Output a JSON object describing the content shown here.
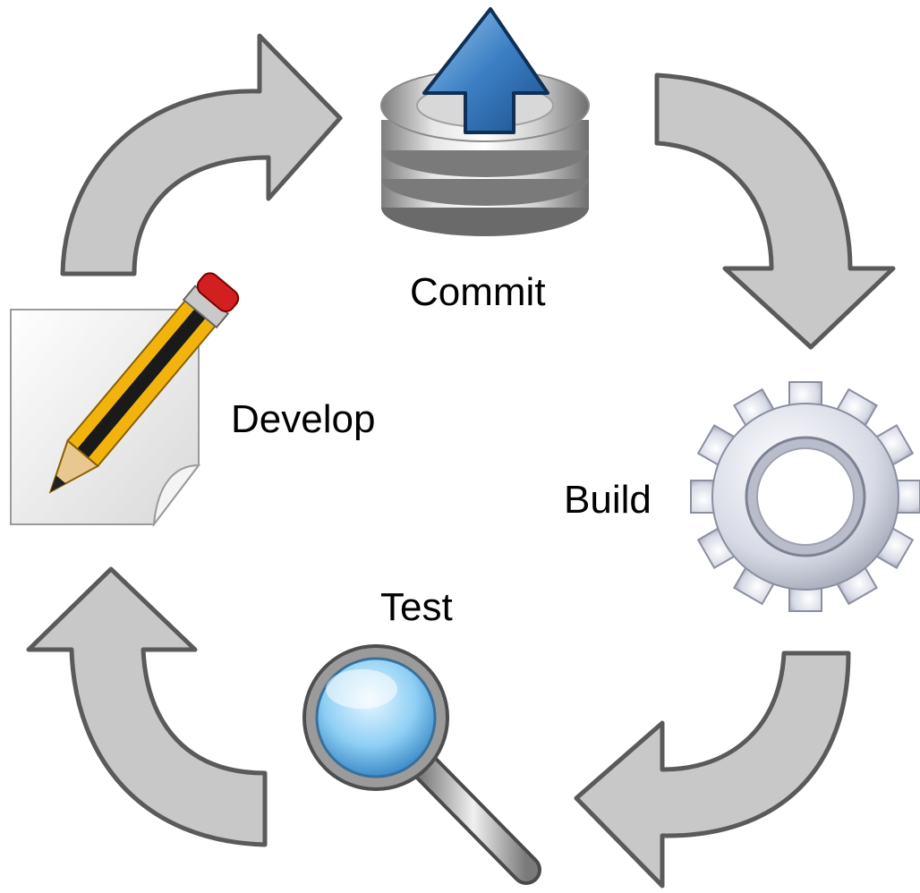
{
  "diagram": {
    "steps": [
      {
        "id": "commit",
        "label": "Commit",
        "icon": "database-upload-icon"
      },
      {
        "id": "build",
        "label": "Build",
        "icon": "gear-icon"
      },
      {
        "id": "test",
        "label": "Test",
        "icon": "magnifier-icon"
      },
      {
        "id": "develop",
        "label": "Develop",
        "icon": "pencil-document-icon"
      }
    ],
    "colors": {
      "arrow_fill": "#c8c8c8",
      "arrow_stroke": "#5a5a5a",
      "upload_arrow": "#2f6fb5",
      "pencil_body": "#f2b40c",
      "pencil_tip": "#d22020",
      "lens": "#7fc6ef"
    }
  }
}
